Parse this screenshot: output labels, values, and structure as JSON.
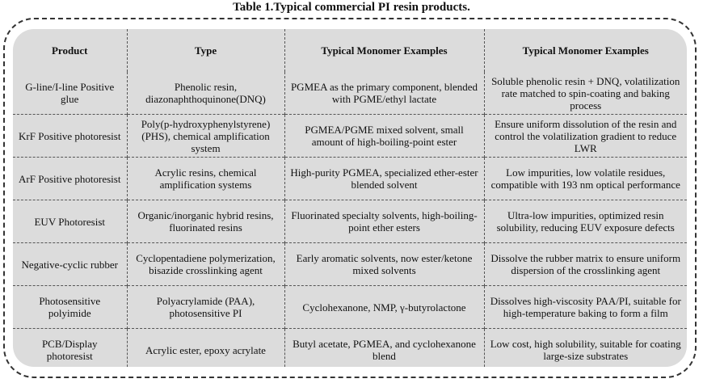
{
  "caption": "Table 1.Typical commercial PI resin products.",
  "headers": [
    "Product",
    "Type",
    "Typical Monomer Examples",
    "Typical Monomer Examples"
  ],
  "rows": [
    [
      "G-line/I-line Positive glue",
      "Phenolic resin, diazonaphthoquinone(DNQ)",
      "PGMEA as the primary component, blended with PGME/ethyl lactate",
      "Soluble phenolic resin + DNQ, volatilization rate matched to spin-coating and baking process"
    ],
    [
      "KrF Positive photoresist",
      "Poly(p-hydroxyphenylstyrene) (PHS), chemical amplification system",
      "PGMEA/PGME mixed solvent, small amount of high-boiling-point ester",
      "Ensure uniform dissolution of the resin and control the volatilization gradient to reduce LWR"
    ],
    [
      "ArF Positive photoresist",
      "Acrylic resins, chemical amplification systems",
      "High-purity PGMEA, specialized ether-ester blended solvent",
      "Low impurities, low volatile residues, compatible with 193 nm optical performance"
    ],
    [
      "EUV Photoresist",
      "Organic/inorganic hybrid resins, fluorinated resins",
      "Fluorinated specialty solvents, high-boiling-point ether esters",
      "Ultra-low impurities, optimized resin solubility, reducing EUV exposure defects"
    ],
    [
      "Negative-cyclic rubber",
      "Cyclopentadiene polymerization, bisazide crosslinking agent",
      "Early aromatic solvents, now ester/ketone mixed solvents",
      "Dissolve the rubber matrix to ensure uniform dispersion of the crosslinking agent"
    ],
    [
      "Photosensitive polyimide",
      "Polyacrylamide (PAA), photosensitive PI",
      "Cyclohexanone, NMP, γ-butyrolactone",
      "Dissolves high-viscosity PAA/PI, suitable for high-temperature baking to form a film"
    ],
    [
      "PCB/Display photoresist",
      "Acrylic ester, epoxy acrylate",
      "Butyl acetate, PGMEA, and cyclohexanone blend",
      "Low cost, high solubility, suitable for coating large-size substrates"
    ]
  ]
}
